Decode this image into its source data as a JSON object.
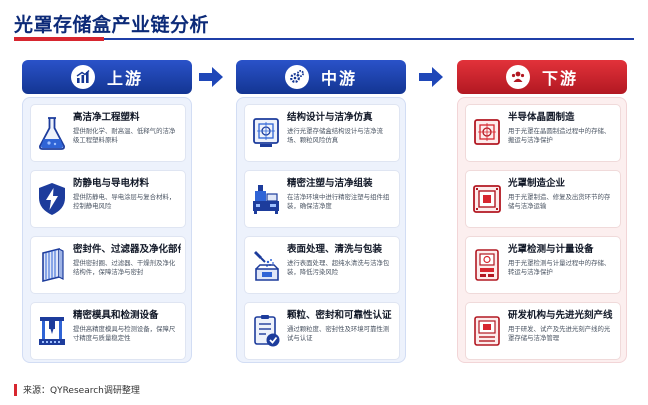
{
  "title": "光罩存储盒产业链分析",
  "colors": {
    "navy": "#133592",
    "red": "#d7262f"
  },
  "columns": [
    {
      "heading": "上游",
      "icon": "bar-chart-icon",
      "cards": [
        {
          "title": "高洁净工程塑料",
          "desc": "提供耐化学、耐高温、低释气的洁净级工程塑料原料",
          "icon": "flask-icon"
        },
        {
          "title": "防静电与导电材料",
          "desc": "提供防静电、导电涂层与复合材料，控制静电风险",
          "icon": "lightning-shield-icon"
        },
        {
          "title": "密封件、过滤器及净化部件",
          "desc": "提供密封圈、过滤器、干燥剂及净化结构件，保障洁净与密封",
          "icon": "filter-icon"
        },
        {
          "title": "精密模具和检测设备",
          "desc": "提供高精度模具与检测设备，保障尺寸精度与质量稳定性",
          "icon": "machine-icon"
        }
      ]
    },
    {
      "heading": "中游",
      "icon": "gears-icon",
      "cards": [
        {
          "title": "结构设计与洁净仿真",
          "desc": "进行光罩存储盒结构设计与洁净流场、颗粒风险仿真",
          "icon": "blueprint-icon"
        },
        {
          "title": "精密注塑与洁净组装",
          "desc": "在洁净环境中进行精密注塑与组件组装，确保洁净度",
          "icon": "injection-machine-icon"
        },
        {
          "title": "表面处理、清洗与包装",
          "desc": "进行表面处理、超纯水清洗与洁净包装，降低污染风险",
          "icon": "spray-icon"
        },
        {
          "title": "颗粒、密封和可靠性认证",
          "desc": "通过颗粒度、密封性及环境可靠性测试与认证",
          "icon": "checklist-icon"
        }
      ]
    },
    {
      "heading": "下游",
      "icon": "users-icon",
      "cards": [
        {
          "title": "半导体晶圆制造",
          "desc": "用于光罩在晶圆制造过程中的存储、搬运与洁净保护",
          "icon": "wafer-box-icon"
        },
        {
          "title": "光罩制造企业",
          "desc": "用于光罩制造、修复及出货环节的存储与洁净运输",
          "icon": "mask-pod-icon"
        },
        {
          "title": "光罩检测与计量设备",
          "desc": "用于光罩检测与计量过程中的存储、转运与洁净保护",
          "icon": "inspection-tool-icon"
        },
        {
          "title": "研发机构与先进光刻产线",
          "desc": "用于研发、试产及先进光刻产线的光罩存储与洁净管理",
          "icon": "lithography-icon"
        }
      ]
    }
  ],
  "source": "来源：QYResearch调研整理"
}
